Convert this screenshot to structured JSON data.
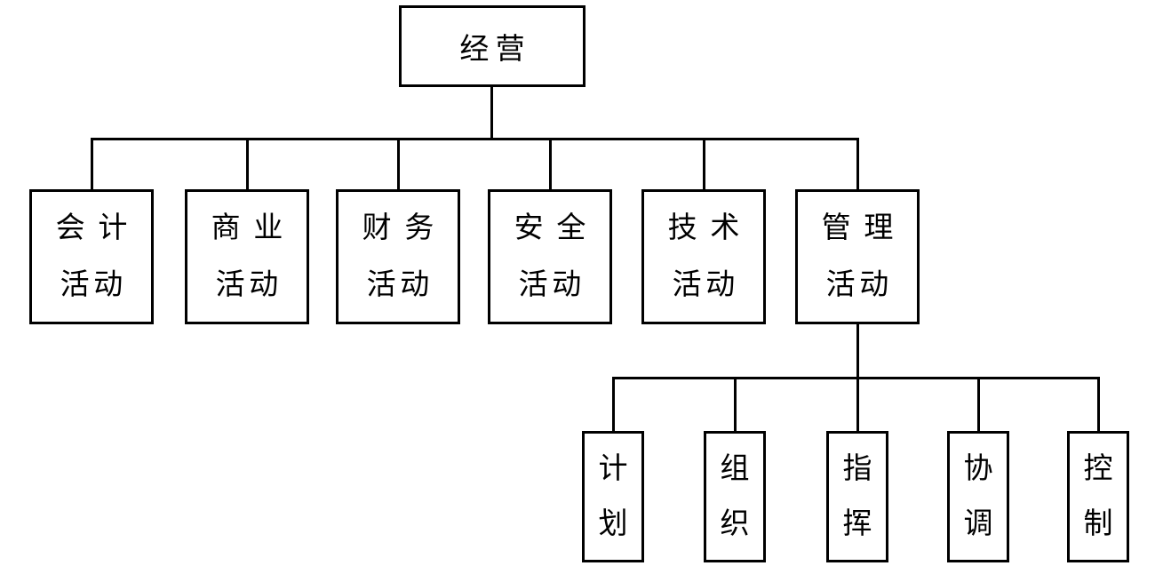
{
  "diagram": {
    "type": "org-chart",
    "colors": {
      "line": "#000000",
      "background": "#ffffff",
      "text": "#000000"
    },
    "root": {
      "label": "经营"
    },
    "level2": [
      {
        "line1": "会计",
        "line2": "活动"
      },
      {
        "line1": "商业",
        "line2": "活动"
      },
      {
        "line1": "财务",
        "line2": "活动"
      },
      {
        "line1": "安全",
        "line2": "活动"
      },
      {
        "line1": "技术",
        "line2": "活动"
      },
      {
        "line1": "管理",
        "line2": "活动"
      }
    ],
    "level3": [
      {
        "line1": "计",
        "line2": "划"
      },
      {
        "line1": "组",
        "line2": "织"
      },
      {
        "line1": "指",
        "line2": "挥"
      },
      {
        "line1": "协",
        "line2": "调"
      },
      {
        "line1": "控",
        "line2": "制"
      }
    ]
  }
}
